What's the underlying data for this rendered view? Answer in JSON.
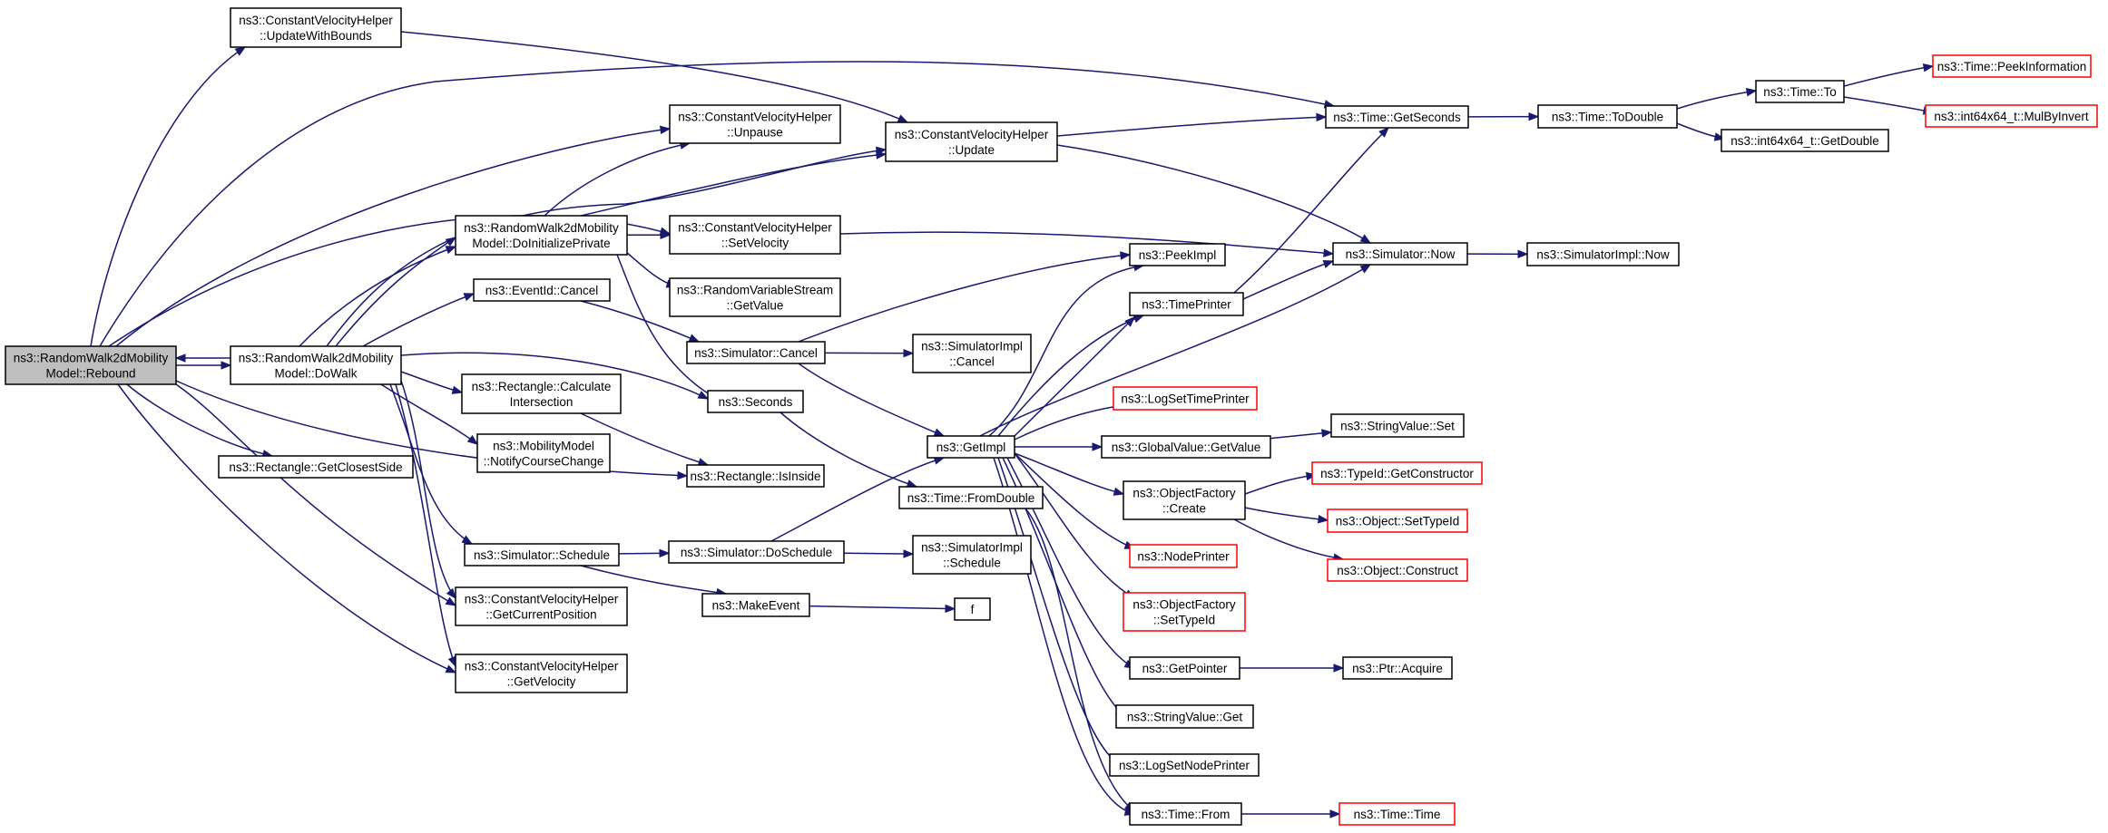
{
  "colors": {
    "edge": "#191970",
    "node_fill": "#ffffff",
    "node_border": "#000000",
    "node_border_truncated": "#ff0000",
    "root_fill": "#bfbfbf"
  },
  "nodes": [
    {
      "id": "rebound",
      "lines": [
        "ns3::RandomWalk2dMobility",
        "Model::Rebound"
      ],
      "style": "root"
    },
    {
      "id": "cvh_updatewithbounds",
      "lines": [
        "ns3::ConstantVelocityHelper",
        "::UpdateWithBounds"
      ],
      "style": "normal"
    },
    {
      "id": "cvh_unpause",
      "lines": [
        "ns3::ConstantVelocityHelper",
        "::Unpause"
      ],
      "style": "normal"
    },
    {
      "id": "cvh_update",
      "lines": [
        "ns3::ConstantVelocityHelper",
        "::Update"
      ],
      "style": "normal"
    },
    {
      "id": "rw_doinit",
      "lines": [
        "ns3::RandomWalk2dMobility",
        "Model::DoInitializePrivate"
      ],
      "style": "normal"
    },
    {
      "id": "cvh_setvelocity",
      "lines": [
        "ns3::ConstantVelocityHelper",
        "::SetVelocity"
      ],
      "style": "normal"
    },
    {
      "id": "rvs_getvalue",
      "lines": [
        "ns3::RandomVariableStream",
        "::GetValue"
      ],
      "style": "normal"
    },
    {
      "id": "eventid_cancel",
      "lines": [
        "ns3::EventId::Cancel"
      ],
      "style": "normal"
    },
    {
      "id": "rw_dowalk",
      "lines": [
        "ns3::RandomWalk2dMobility",
        "Model::DoWalk"
      ],
      "style": "normal"
    },
    {
      "id": "sim_cancel",
      "lines": [
        "ns3::Simulator::Cancel"
      ],
      "style": "normal"
    },
    {
      "id": "simimpl_cancel",
      "lines": [
        "ns3::SimulatorImpl",
        "::Cancel"
      ],
      "style": "normal"
    },
    {
      "id": "rect_calcint",
      "lines": [
        "ns3::Rectangle::Calculate",
        "Intersection"
      ],
      "style": "normal"
    },
    {
      "id": "seconds",
      "lines": [
        "ns3::Seconds"
      ],
      "style": "normal"
    },
    {
      "id": "rect_closest",
      "lines": [
        "ns3::Rectangle::GetClosestSide"
      ],
      "style": "normal"
    },
    {
      "id": "mm_notify",
      "lines": [
        "ns3::MobilityModel",
        "::NotifyCourseChange"
      ],
      "style": "normal"
    },
    {
      "id": "rect_isinside",
      "lines": [
        "ns3::Rectangle::IsInside"
      ],
      "style": "normal"
    },
    {
      "id": "sim_schedule",
      "lines": [
        "ns3::Simulator::Schedule"
      ],
      "style": "normal"
    },
    {
      "id": "sim_doschedule",
      "lines": [
        "ns3::Simulator::DoSchedule"
      ],
      "style": "normal"
    },
    {
      "id": "cvh_getpos",
      "lines": [
        "ns3::ConstantVelocityHelper",
        "::GetCurrentPosition"
      ],
      "style": "normal"
    },
    {
      "id": "makeevent",
      "lines": [
        "ns3::MakeEvent"
      ],
      "style": "normal"
    },
    {
      "id": "cvh_getvel",
      "lines": [
        "ns3::ConstantVelocityHelper",
        "::GetVelocity"
      ],
      "style": "normal"
    },
    {
      "id": "getimpl",
      "lines": [
        "ns3::GetImpl"
      ],
      "style": "normal"
    },
    {
      "id": "time_fromdouble",
      "lines": [
        "ns3::Time::FromDouble"
      ],
      "style": "normal"
    },
    {
      "id": "simimpl_schedule",
      "lines": [
        "ns3::SimulatorImpl",
        "::Schedule"
      ],
      "style": "normal"
    },
    {
      "id": "f",
      "lines": [
        "f"
      ],
      "style": "normal"
    },
    {
      "id": "peekimpl",
      "lines": [
        "ns3::PeekImpl"
      ],
      "style": "normal"
    },
    {
      "id": "timeprinter",
      "lines": [
        "ns3::TimePrinter"
      ],
      "style": "normal"
    },
    {
      "id": "logsettimeprinter",
      "lines": [
        "ns3::LogSetTimePrinter"
      ],
      "style": "truncated"
    },
    {
      "id": "gv_getvalue",
      "lines": [
        "ns3::GlobalValue::GetValue"
      ],
      "style": "normal"
    },
    {
      "id": "of_create",
      "lines": [
        "ns3::ObjectFactory",
        "::Create"
      ],
      "style": "normal"
    },
    {
      "id": "nodeprinter",
      "lines": [
        "ns3::NodePrinter"
      ],
      "style": "truncated"
    },
    {
      "id": "of_settypeid",
      "lines": [
        "ns3::ObjectFactory",
        "::SetTypeId"
      ],
      "style": "truncated"
    },
    {
      "id": "getpointer",
      "lines": [
        "ns3::GetPointer"
      ],
      "style": "normal"
    },
    {
      "id": "sv_get",
      "lines": [
        "ns3::StringValue::Get"
      ],
      "style": "normal"
    },
    {
      "id": "logsetnodeprinter",
      "lines": [
        "ns3::LogSetNodePrinter"
      ],
      "style": "normal"
    },
    {
      "id": "time_from",
      "lines": [
        "ns3::Time::From"
      ],
      "style": "normal"
    },
    {
      "id": "time_getseconds",
      "lines": [
        "ns3::Time::GetSeconds"
      ],
      "style": "normal"
    },
    {
      "id": "sim_now",
      "lines": [
        "ns3::Simulator::Now"
      ],
      "style": "normal"
    },
    {
      "id": "sv_set",
      "lines": [
        "ns3::StringValue::Set"
      ],
      "style": "normal"
    },
    {
      "id": "typeid_getctor",
      "lines": [
        "ns3::TypeId::GetConstructor"
      ],
      "style": "truncated"
    },
    {
      "id": "obj_settypeid",
      "lines": [
        "ns3::Object::SetTypeId"
      ],
      "style": "truncated"
    },
    {
      "id": "obj_construct",
      "lines": [
        "ns3::Object::Construct"
      ],
      "style": "truncated"
    },
    {
      "id": "ptr_acquire",
      "lines": [
        "ns3::Ptr::Acquire"
      ],
      "style": "normal"
    },
    {
      "id": "time_time",
      "lines": [
        "ns3::Time::Time"
      ],
      "style": "truncated"
    },
    {
      "id": "time_todouble",
      "lines": [
        "ns3::Time::ToDouble"
      ],
      "style": "normal"
    },
    {
      "id": "simimpl_now",
      "lines": [
        "ns3::SimulatorImpl::Now"
      ],
      "style": "normal"
    },
    {
      "id": "time_to",
      "lines": [
        "ns3::Time::To"
      ],
      "style": "normal"
    },
    {
      "id": "int64_getdouble",
      "lines": [
        "ns3::int64x64_t::GetDouble"
      ],
      "style": "normal"
    },
    {
      "id": "time_peekinfo",
      "lines": [
        "ns3::Time::PeekInformation"
      ],
      "style": "truncated"
    },
    {
      "id": "int64_mulbyinvert",
      "lines": [
        "ns3::int64x64_t::MulByInvert"
      ],
      "style": "truncated"
    }
  ]
}
